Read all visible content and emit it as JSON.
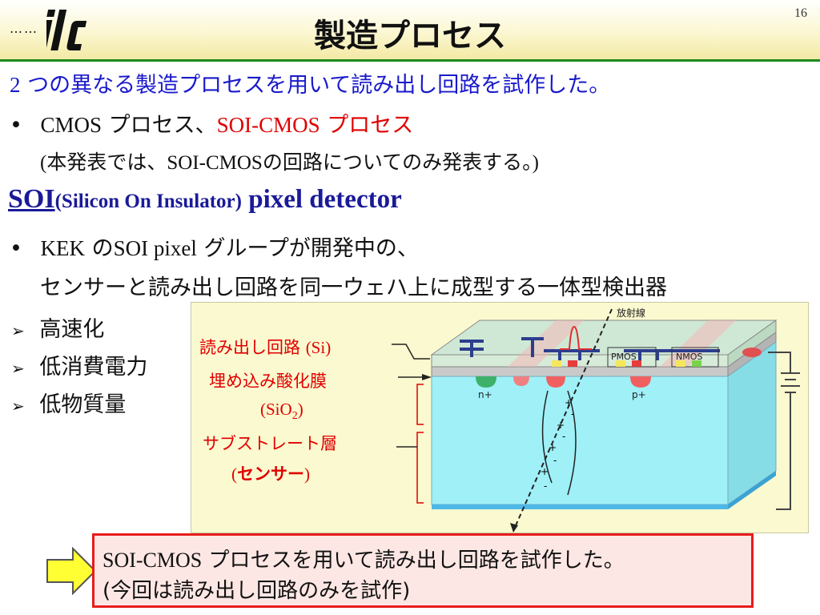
{
  "header": {
    "title": "製造プロセス",
    "page_number": "16",
    "logo_text": "ilc",
    "logo_dots": "……"
  },
  "intro": {
    "num": "2",
    "text": " つの異なる製造プロセスを用いて読み出し回路を試作した。"
  },
  "bullet1": {
    "marker": "•",
    "a": "CMOS",
    "b": " プロセス、",
    "c": "SOI-CMOS",
    "d": " プロセス",
    "sub_open": "(",
    "sub_text": "本発表では、",
    "sub_code": "SOI-CMOS",
    "sub_rest": "の回路についてのみ発表する。",
    "sub_close": ")"
  },
  "heading": {
    "soi": "SOI",
    "paren": "(Silicon On Insulator)",
    "rest": " pixel detector"
  },
  "bullet2": {
    "marker": "•",
    "a": "KEK",
    "b": " の",
    "c": "SOI pixel",
    "d": " グループが開発中の、",
    "line2": "センサーと読み出し回路を同一ウェハ上に成型する一体型検出器"
  },
  "features": [
    {
      "marker": "➢",
      "label": "高速化"
    },
    {
      "marker": "➢",
      "label": "低消費電力"
    },
    {
      "marker": "➢",
      "label": "低物質量"
    }
  ],
  "diagram": {
    "readout_label": "読み出し回路 ",
    "readout_si": "(Si)",
    "box_label": "埋め込み酸化膜",
    "box_formula_a": "(SiO",
    "box_formula_sub": "2",
    "box_formula_b": ")",
    "substrate_label": "サブストレート層",
    "sensor_open": "(",
    "sensor_text": "センサー",
    "sensor_close": ")",
    "radiation_label": "放射線",
    "pmos": "PMOS",
    "nmos": "NMOS",
    "nplus": "n+",
    "pplus": "p+",
    "plus": "+",
    "minus": "-"
  },
  "callout": {
    "line1_a": "SOI-CMOS",
    "line1_b": " プロセスを用いて読み出し回路を試作した。",
    "line2": "(今回は読み出し回路のみを試作)"
  },
  "colors": {
    "accent_green": "#1f8a1f",
    "blue_text": "#1a1acc",
    "red_text": "#e00000",
    "callout_border": "#e81c1c",
    "callout_fill": "#fde7e4",
    "arrow_fill": "#ffff33",
    "diagram_bg": "#fbf9cf",
    "silicon_cyan": "#9ff0f7"
  }
}
